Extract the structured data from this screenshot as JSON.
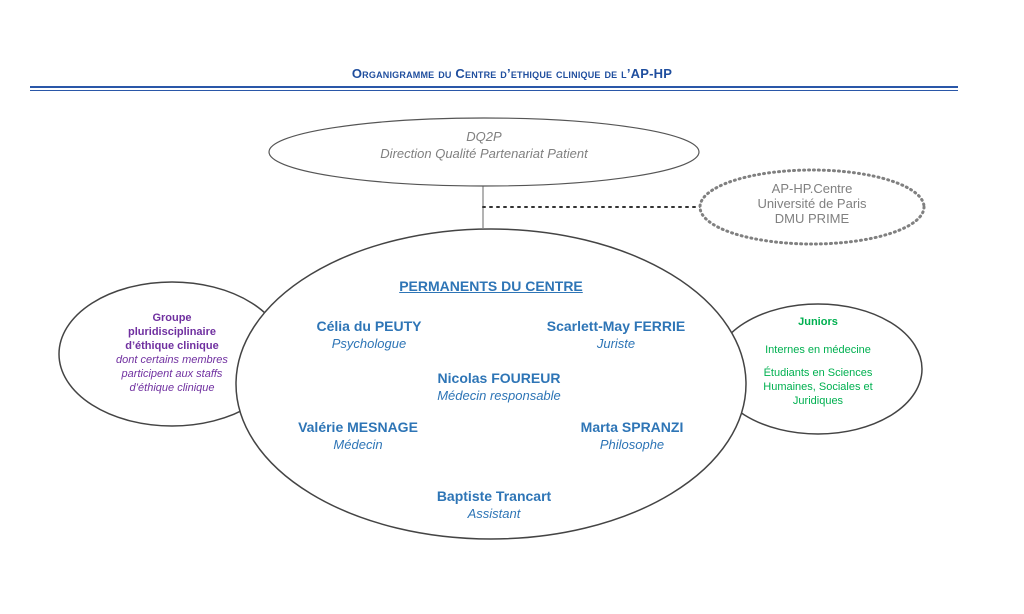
{
  "title": "Organigramme du Centre d’ethique clinique de l’AP-HP",
  "dq2p": {
    "acronym": "DQ2P",
    "full": "Direction Qualité Partenariat Patient"
  },
  "partner": {
    "line1": "AP-HP.Centre",
    "line2": "Université de Paris",
    "line3": "DMU PRIME"
  },
  "center": {
    "heading": "PERMANENTS DU CENTRE",
    "members": [
      {
        "name": "Célia du PEUTY",
        "role": "Psychologue"
      },
      {
        "name": "Scarlett-May FERRIE",
        "role": "Juriste"
      },
      {
        "name": "Nicolas FOUREUR",
        "role": "Médecin responsable"
      },
      {
        "name": "Valérie MESNAGE",
        "role": "Médecin"
      },
      {
        "name": "Marta SPRANZI",
        "role": "Philosophe"
      },
      {
        "name": "Baptiste Trancart",
        "role": "Assistant"
      }
    ]
  },
  "group": {
    "line1": "Groupe",
    "line2": "pluridisciplinaire",
    "line3": "d’éthique clinique",
    "note1": "dont certains membres",
    "note2": "participent aux staffs",
    "note3": "d’éthique clinique"
  },
  "juniors": {
    "heading": "Juniors",
    "item1": "Internes en médecine",
    "item2a": "Étudiants en Sciences",
    "item2b": "Humaines, Sociales et",
    "item2c": "Juridiques"
  },
  "colors": {
    "title": "#1f4e9e",
    "gray": "#808080",
    "blue": "#2e75b6",
    "purple": "#7030a0",
    "green": "#00b050"
  }
}
